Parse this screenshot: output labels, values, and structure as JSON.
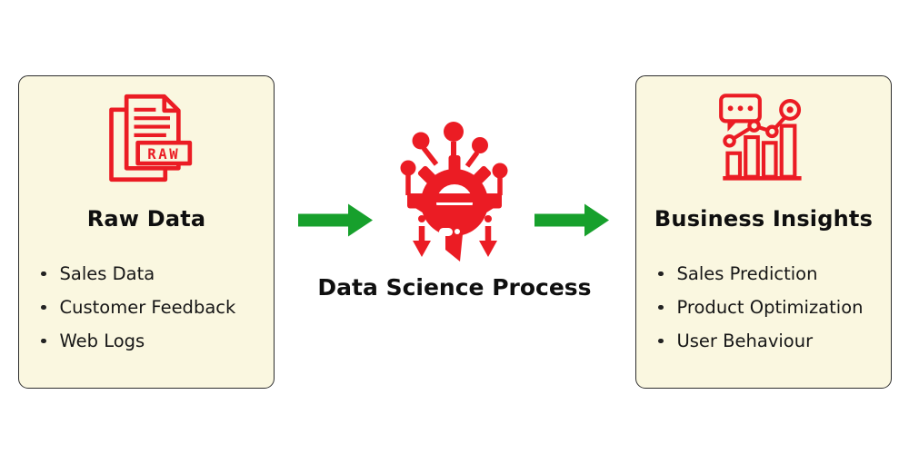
{
  "colors": {
    "background": "#FFFFFF",
    "card_background": "#FAF7E0",
    "card_border": "#2E2E2E",
    "accent_red": "#EB1C24",
    "arrow_green": "#17A02C",
    "text": "#121212"
  },
  "left_card": {
    "icon": "raw-documents-icon",
    "icon_text": "RAW",
    "title": "Raw Data",
    "items": [
      "Sales Data",
      "Customer Feedback",
      "Web Logs"
    ]
  },
  "center": {
    "icon": "funnel-gear-process-icon",
    "label": "Data Science Process"
  },
  "arrows": {
    "left_icon": "arrow-right-icon",
    "right_icon": "arrow-right-icon"
  },
  "right_card": {
    "icon": "analytics-insights-icon",
    "title": "Business Insights",
    "items": [
      "Sales Prediction",
      "Product Optimization",
      "User Behaviour"
    ]
  }
}
